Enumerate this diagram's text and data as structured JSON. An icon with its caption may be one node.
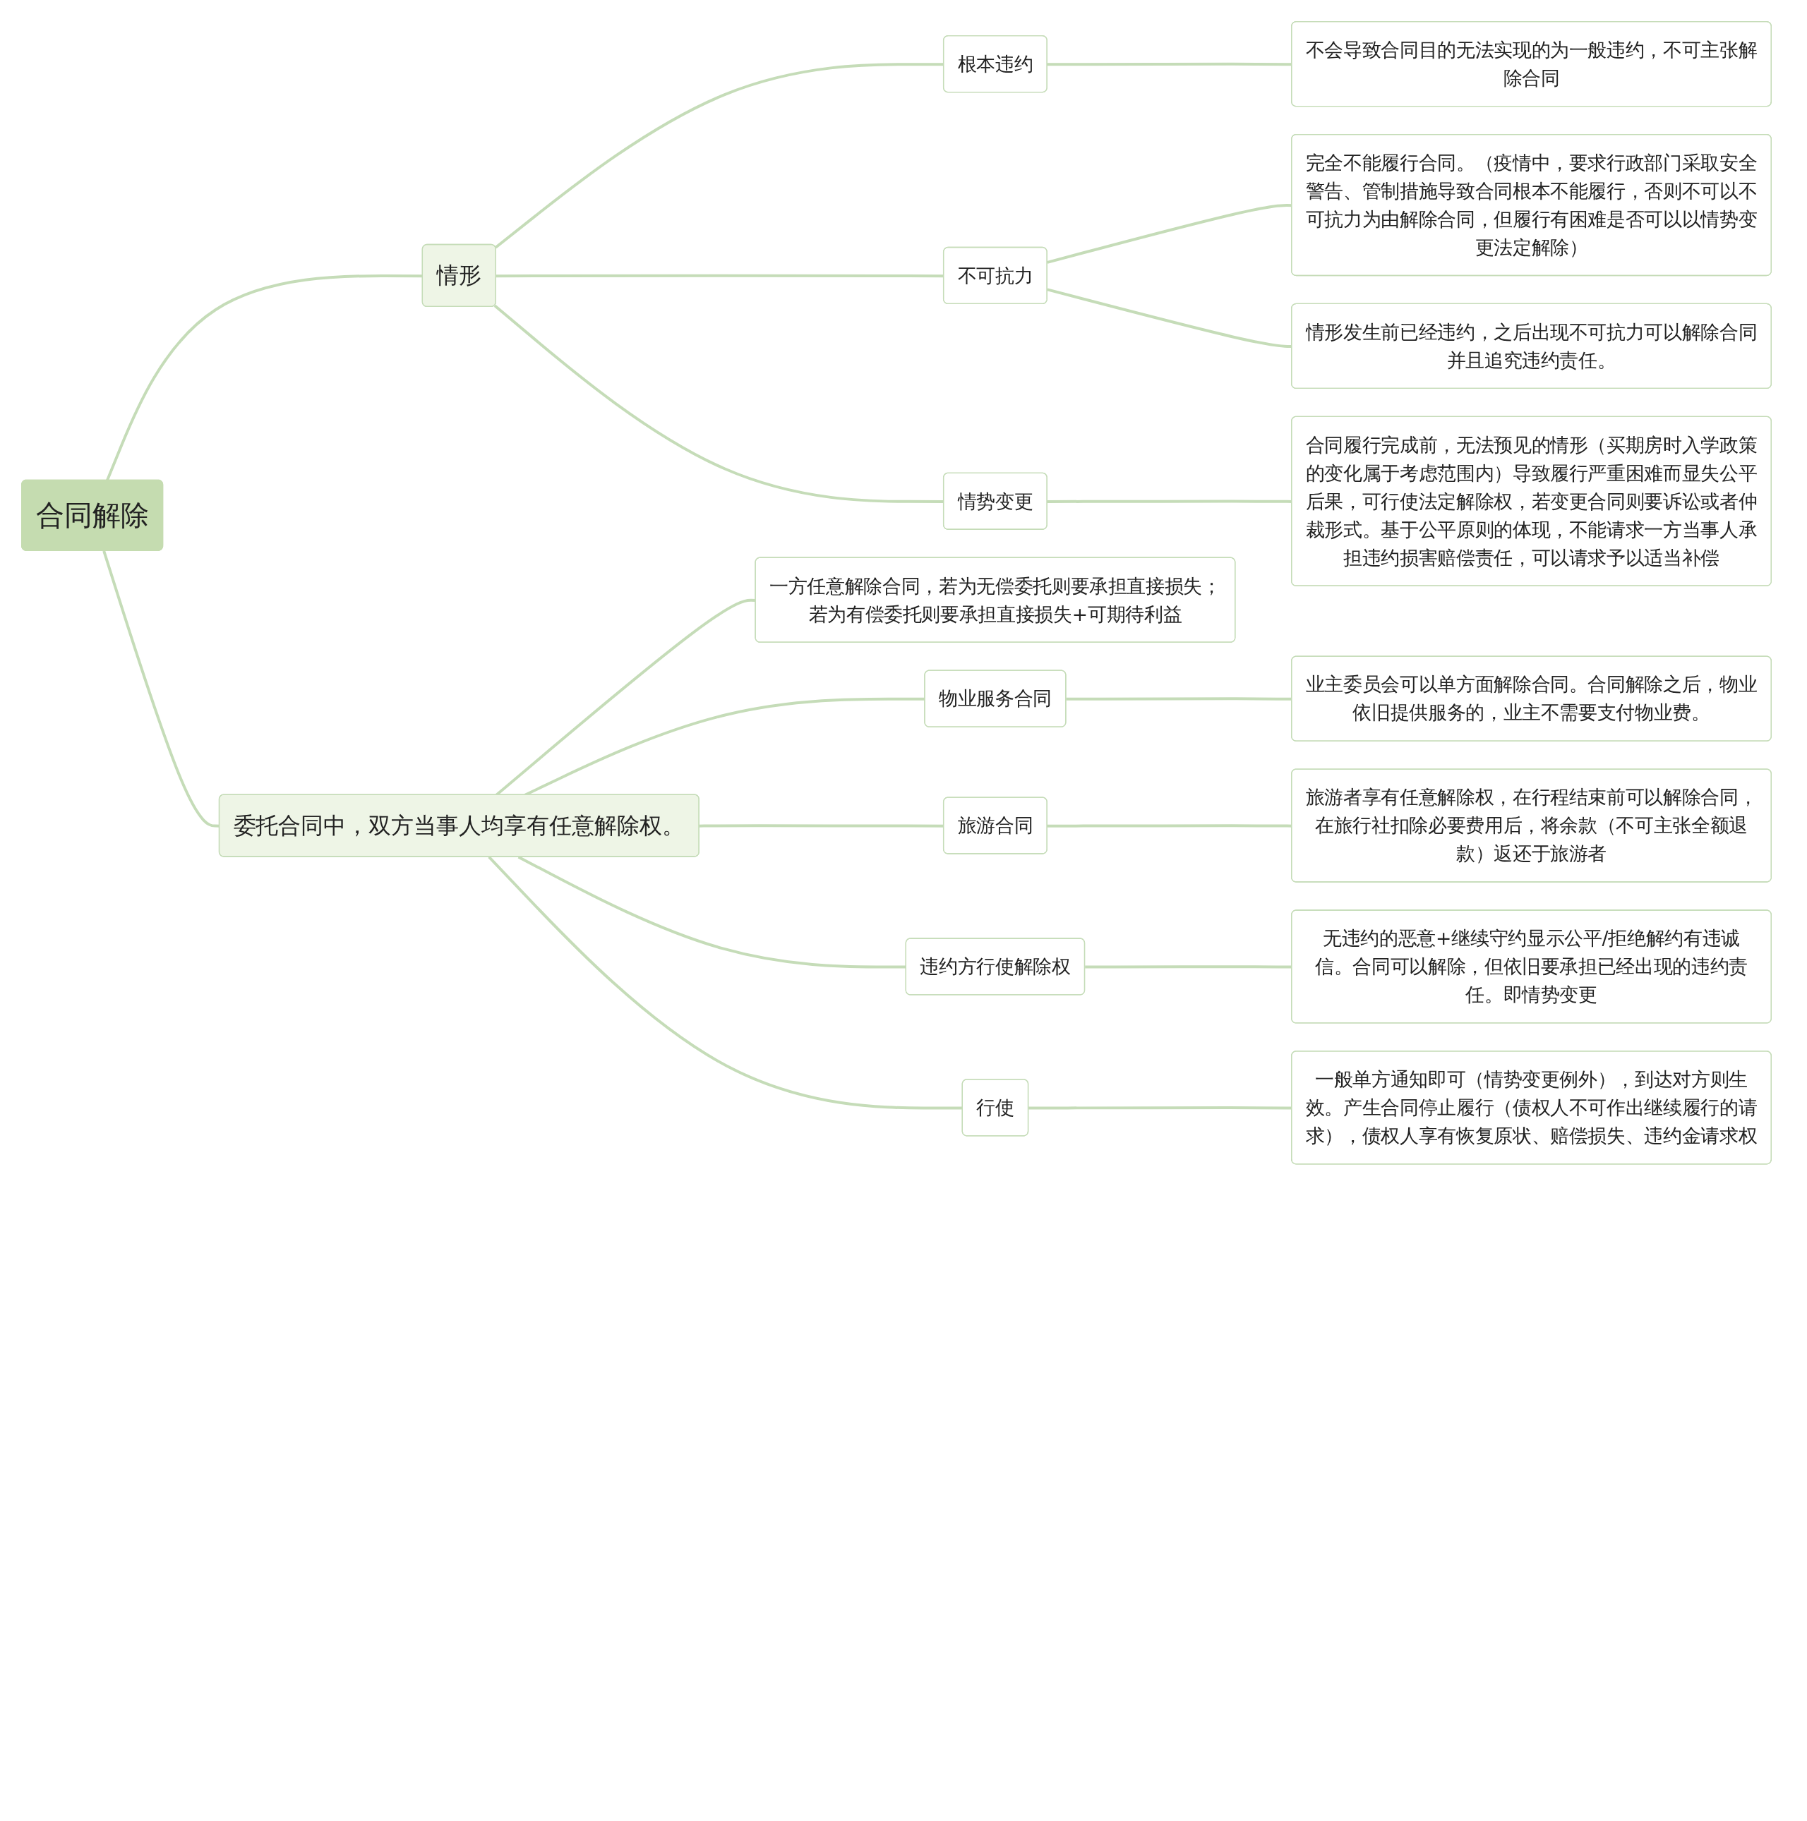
{
  "diagram": {
    "nodes": [
      {
        "text": [
          "合同解除"
        ]
      },
      {
        "text": [
          "情形"
        ]
      },
      {
        "text": [
          "根本违约"
        ]
      },
      {
        "text": [
          "不会导致合同目的无法实现的为一般违约，不可主张解除合同"
        ]
      },
      {
        "text": [
          "不可抗力"
        ]
      },
      {
        "text": [
          "完全不能履行合同。（疫情中，要求行政部门采取安全警告、管制措施导致合同根本不能履行，否则不可以不可抗力为由解除合同，但履行有困难是否可以以情势变更法定解除）"
        ]
      },
      {
        "text": [
          "情形发生前已经违约，之后出现不可抗力可以解除合同并且追究违约责任。"
        ]
      },
      {
        "text": [
          "情势变更"
        ]
      },
      {
        "text": [
          "合同履行完成前，无法预见的情形（买期房时入学政策的变化属于考虑范围内）导致履行严重困难而显失公平后果，可行使法定解除权，若变更合同则要诉讼或者仲裁形式。基于公平原则的体现，不能请求一方当事人承担违约损害赔偿责任，可以请求予以适当补偿"
        ]
      },
      {
        "text": [
          "委托合同中，双方当事人均享有任意解除权。"
        ]
      },
      {
        "text": [
          "一方任意解除合同，若为无偿委托则要承担直接损失；若为有偿委托则要承担直接损失+可期待利益"
        ]
      },
      {
        "text": [
          "物业服务合同"
        ]
      },
      {
        "text": [
          "业主委员会可以单方面解除合同。合同解除之后，物业依旧提供服务的，业主不需要支付物业费。"
        ]
      },
      {
        "text": [
          "旅游合同"
        ]
      },
      {
        "text": [
          "旅游者享有任意解除权，在行程结束前可以解除合同，在旅行社扣除必要费用后，将余款（不可主张全额退款）返还于旅游者"
        ]
      },
      {
        "text": [
          "违约方行使解除权"
        ]
      },
      {
        "text": [
          "无违约的恶意+继续守约显示公平/拒绝解约有违诚信。合同可以解除，但依旧要承担已经出现的违约责任。即情势变更"
        ]
      },
      {
        "text": [
          "行使"
        ]
      },
      {
        "text": [
          "一般单方通知即可（情势变更例外），到达对方则生效。产生合同停止履行（债权人不可作出继续履行的请求），债权人享有恢复原状、赔偿损失、违约金请求权"
        ]
      }
    ],
    "edges": [
      {
        "from": 0,
        "to": 1,
        "arrow": "none"
      },
      {
        "from": 1,
        "to": 2,
        "arrow": "none"
      },
      {
        "from": 2,
        "to": 3,
        "arrow": "none"
      },
      {
        "from": 1,
        "to": 4,
        "arrow": "none"
      },
      {
        "from": 4,
        "to": 5,
        "arrow": "none"
      },
      {
        "from": 4,
        "to": 6,
        "arrow": "none"
      },
      {
        "from": 1,
        "to": 7,
        "arrow": "none"
      },
      {
        "from": 7,
        "to": 8,
        "arrow": "none"
      },
      {
        "from": 0,
        "to": 9,
        "arrow": "none"
      },
      {
        "from": 9,
        "to": 10,
        "arrow": "none"
      },
      {
        "from": 9,
        "to": 11,
        "arrow": "none"
      },
      {
        "from": 11,
        "to": 12,
        "arrow": "none"
      },
      {
        "from": 9,
        "to": 13,
        "arrow": "none"
      },
      {
        "from": 13,
        "to": 14,
        "arrow": "none"
      },
      {
        "from": 9,
        "to": 15,
        "arrow": "none"
      },
      {
        "from": 15,
        "to": 16,
        "arrow": "none"
      },
      {
        "from": 9,
        "to": 17,
        "arrow": "none"
      },
      {
        "from": 17,
        "to": 18,
        "arrow": "none"
      }
    ]
  }
}
